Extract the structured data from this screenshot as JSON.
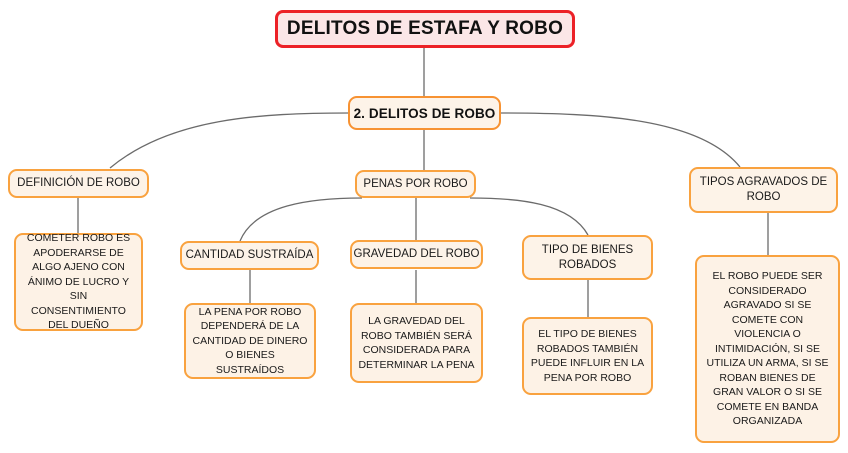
{
  "diagram": {
    "title": "DELITOS DE ESTAFA Y ROBO",
    "type": "mind-map",
    "colors": {
      "root_border": "#ec2127",
      "root_fill": "#fbe6e7",
      "node_border": "#f9a23f",
      "node_fill": "#fdf3e8",
      "connector": "#6b6b6b",
      "text": "#111111"
    },
    "root": {
      "label": "DELITOS DE ESTAFA Y ROBO"
    },
    "level1": {
      "label": "2. DELITOS DE ROBO"
    },
    "branches": [
      {
        "header": "DEFINICIÓN DE ROBO",
        "detail": "COMETER ROBO ES APODERARSE DE ALGO AJENO CON ÁNIMO DE LUCRO Y SIN CONSENTIMIENTO DEL DUEÑO"
      },
      {
        "header": "PENAS POR ROBO",
        "children": [
          {
            "header": "CANTIDAD SUSTRAÍDA",
            "detail": "LA PENA POR ROBO DEPENDERÁ DE LA CANTIDAD DE DINERO O BIENES SUSTRAÍDOS"
          },
          {
            "header": "GRAVEDAD DEL ROBO",
            "detail": "LA GRAVEDAD DEL ROBO TAMBIÉN SERÁ CONSIDERADA PARA DETERMINAR LA PENA"
          },
          {
            "header": "TIPO DE BIENES ROBADOS",
            "detail": "EL TIPO DE BIENES ROBADOS TAMBIÉN PUEDE INFLUIR EN LA PENA POR ROBO"
          }
        ]
      },
      {
        "header": "TIPOS AGRAVADOS DE ROBO",
        "detail": "EL ROBO PUEDE SER CONSIDERADO AGRAVADO SI SE COMETE CON VIOLENCIA O INTIMIDACIÓN, SI SE UTILIZA UN ARMA, SI SE ROBAN BIENES DE GRAN VALOR O SI SE COMETE EN BANDA ORGANIZADA"
      }
    ]
  }
}
